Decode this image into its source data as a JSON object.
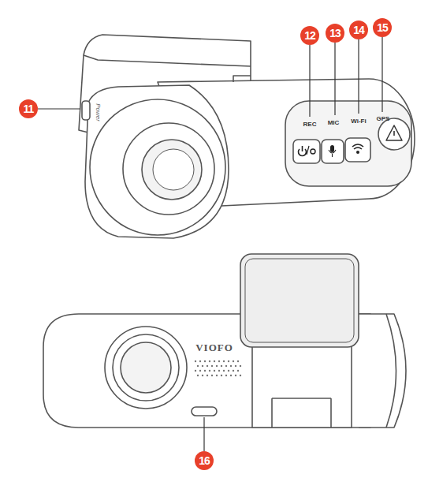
{
  "diagram": {
    "labels": [
      "11",
      "Power",
      "12",
      "13",
      "14",
      "15",
      "REC",
      "MIC",
      "Wi-Fi",
      "GPS",
      "VIOFO",
      "16"
    ]
  }
}
